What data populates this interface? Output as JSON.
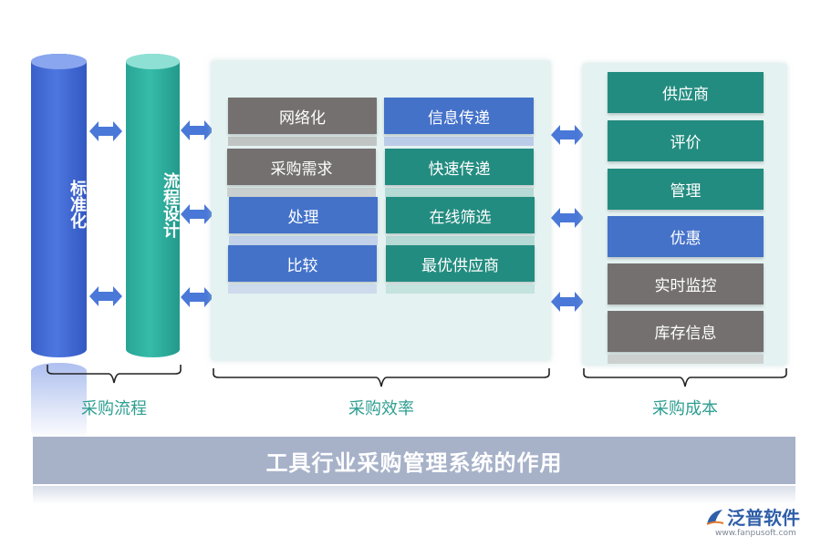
{
  "cylinders": {
    "left_label": "标准化",
    "right_label": "流程设计"
  },
  "middle_panel": {
    "left_column": [
      "网络化",
      "采购需求",
      "处理",
      "比较"
    ],
    "right_column": [
      "信息传递",
      "快速传递",
      "在线筛选",
      "最优供应商"
    ]
  },
  "right_panel": {
    "items": [
      "供应商",
      "评价",
      "管理",
      "优惠",
      "实时监控",
      "库存信息"
    ]
  },
  "sections": {
    "procurement_process": "采购流程",
    "procurement_efficiency": "采购效率",
    "procurement_cost": "采购成本"
  },
  "footer": {
    "title": "工具行业采购管理系统的作用"
  },
  "logo": {
    "name": "泛普软件",
    "url": "www.fanpusoft.com"
  },
  "colors": {
    "gray": "#757070",
    "blue": "#4472c9",
    "teal": "#238c80",
    "label_teal": "#2e9e91",
    "bar": "#a7b2c9"
  }
}
